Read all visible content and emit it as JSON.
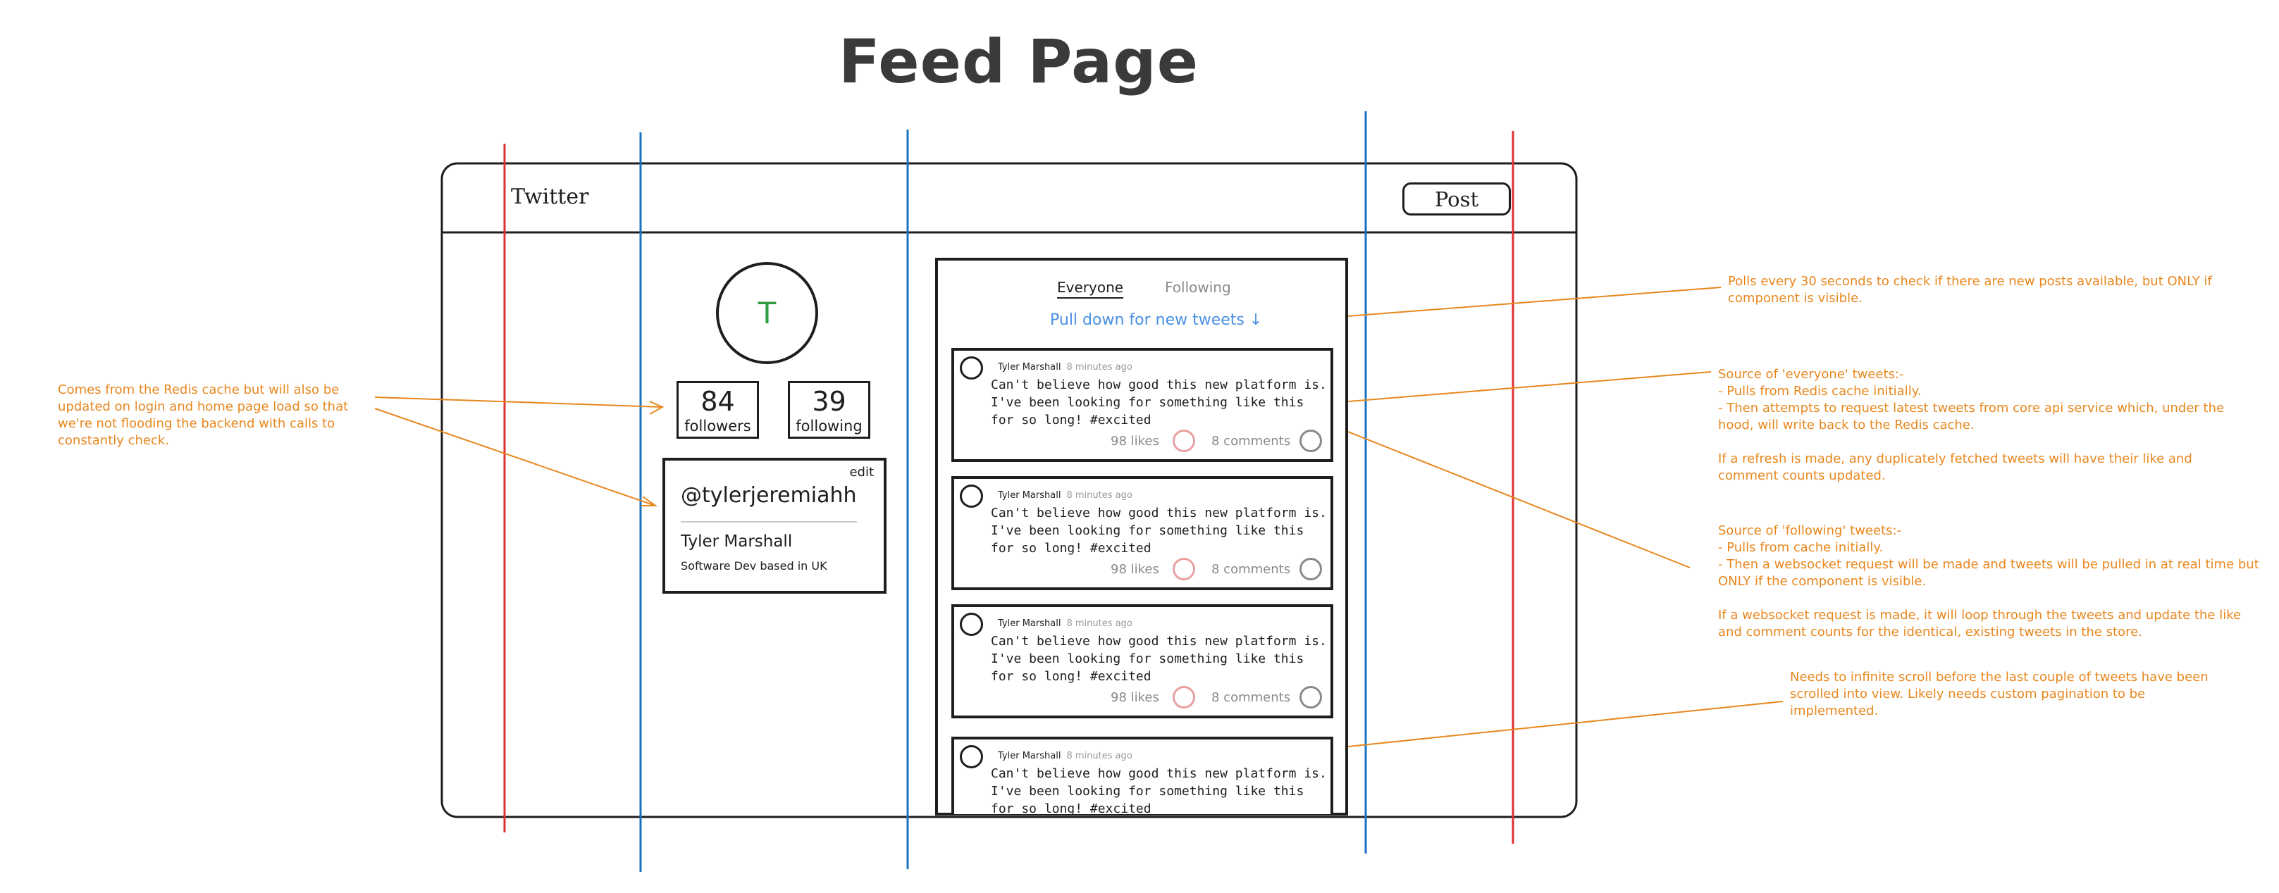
{
  "title": "Feed Page",
  "app": {
    "name": "Twitter",
    "post_label": "Post"
  },
  "profile": {
    "avatar_letter": "T",
    "followers_count": "84",
    "followers_label": "followers",
    "following_count": "39",
    "following_label": "following",
    "edit_label": "edit",
    "handle": "@tylerjeremiahh",
    "name": "Tyler Marshall",
    "bio": "Software Dev based in UK"
  },
  "feed": {
    "tabs": [
      "Everyone",
      "Following"
    ],
    "pull_label": "Pull down for new tweets ↓",
    "tweets": [
      {
        "author": "Tyler Marshall",
        "time": "8 minutes ago",
        "body": "Can't believe how good this new platform is. I've been looking for something like this for so long! #excited",
        "likes": "98 likes",
        "comments": "8 comments"
      },
      {
        "author": "Tyler Marshall",
        "time": "8 minutes ago",
        "body": "Can't believe how good this new platform is. I've been looking for something like this for so long! #excited",
        "likes": "98 likes",
        "comments": "8 comments"
      },
      {
        "author": "Tyler Marshall",
        "time": "8 minutes ago",
        "body": "Can't believe how good this new platform is. I've been looking for something like this for so long! #excited",
        "likes": "98 likes",
        "comments": "8 comments"
      },
      {
        "author": "Tyler Marshall",
        "time": "8 minutes ago",
        "body": "Can't believe how good this new platform is. I've been looking for something like this for so long! #excited",
        "likes": "",
        "comments": ""
      }
    ]
  },
  "annotations": {
    "left": "Comes from the Redis cache but will also be updated on login and home page load so that we're not flooding the backend with calls to constantly check.",
    "poll": "Polls every 30 seconds to check if there are new posts available, but ONLY if component is visible.",
    "everyone": "Source of 'everyone' tweets:-\n     - Pulls from Redis cache initially.\n     - Then attempts to request latest tweets from core api service which, under the hood, will write back to the Redis cache.\n\nIf a refresh is made, any duplicately fetched tweets will have their like and comment counts updated.",
    "following": "Source of 'following' tweets:-\n     - Pulls from cache initially.\n     - Then a websocket request will be made and tweets will be pulled in at real time but ONLY if the component is visible.\n\nIf a websocket request is made, it will loop through the tweets and update the like and comment counts for the identical, existing tweets in the store.",
    "scroll": "Needs to infinite scroll before the last couple of tweets have been scrolled into view. Likely needs custom pagination to be implemented."
  },
  "colors": {
    "guide_red": "#e03131",
    "guide_blue": "#1971c2",
    "annotation": "#e8871e",
    "pull_link": "#4a90e2",
    "avatar_letter": "#2f9e44"
  }
}
